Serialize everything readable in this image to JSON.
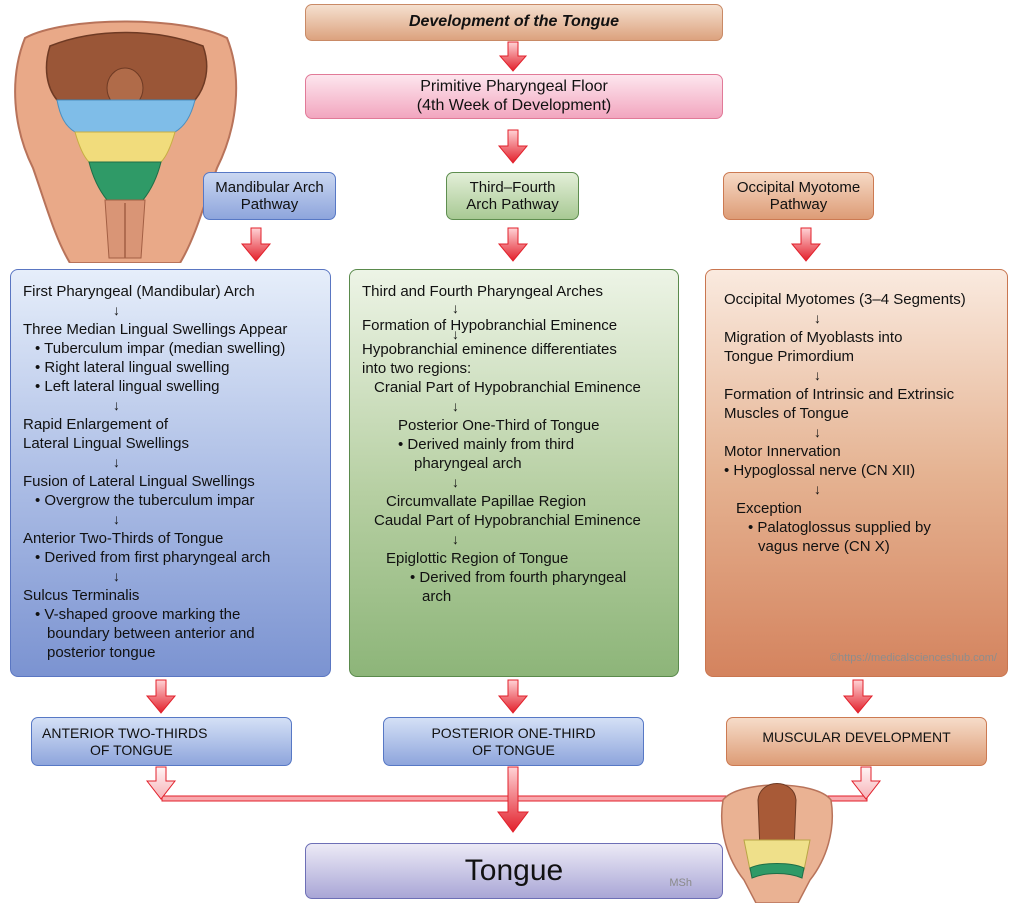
{
  "title": "Development of the Tongue",
  "floor": {
    "line1": "Primitive Pharyngeal Floor",
    "line2": "(4th Week of Development)"
  },
  "pathways": {
    "mandibular": {
      "line1": "Mandibular Arch",
      "line2": "Pathway"
    },
    "third_fourth": {
      "line1": "Third–Fourth",
      "line2": "Arch Pathway"
    },
    "occipital": {
      "line1": "Occipital Myotome",
      "line2": "Pathway"
    }
  },
  "arrow_glyph": "↓",
  "details": {
    "mandibular": [
      "First Pharyngeal (Mandibular) Arch",
      "Three Median Lingual Swellings Appear",
      "• Tuberculum impar (median swelling)",
      "• Right lateral lingual swelling",
      "• Left lateral lingual swelling",
      "Rapid Enlargement of",
      "Lateral Lingual Swellings",
      "Fusion of Lateral Lingual Swellings",
      "• Overgrow the tuberculum impar",
      "Anterior Two-Thirds of Tongue",
      "• Derived from first pharyngeal arch",
      "Sulcus Terminalis",
      "• V-shaped groove marking the",
      "boundary between anterior and",
      "posterior tongue"
    ],
    "third_fourth": [
      "Third and Fourth Pharyngeal Arches",
      "Formation of Hypobranchial Eminence",
      "Hypobranchial eminence differentiates",
      "into two regions:",
      "Cranial Part of Hypobranchial Eminence",
      "Posterior One-Third of Tongue",
      "• Derived mainly from third",
      "pharyngeal arch",
      "Circumvallate Papillae Region",
      "Caudal Part of Hypobranchial Eminence",
      "Epiglottic Region of Tongue",
      "• Derived from fourth pharyngeal",
      "arch"
    ],
    "occipital": [
      "Occipital Myotomes (3–4 Segments)",
      "Migration of Myoblasts into",
      "Tongue Primordium",
      "Formation of Intrinsic and Extrinsic",
      "Muscles of Tongue",
      "Motor Innervation",
      "• Hypoglossal nerve (CN XII)",
      "Exception",
      "• Palatoglossus supplied by",
      "vagus nerve (CN X)"
    ],
    "watermark": "©https://medicalscienceshub.com/"
  },
  "results": {
    "anterior": {
      "line1": "ANTERIOR TWO-THIRDS",
      "line2": "OF TONGUE"
    },
    "posterior": {
      "line1": "POSTERIOR ONE-THIRD",
      "line2": "OF TONGUE"
    },
    "muscular": {
      "line1": "MUSCULAR DEVELOPMENT"
    }
  },
  "final": {
    "label": "Tongue",
    "signature": "MSh"
  },
  "illustrations": {
    "top_left": "pharyngeal-arches-illustration",
    "bottom_right": "tongue-development-illustration"
  },
  "colors": {
    "arrow": "#e8333d",
    "mandibular": "#5778c5",
    "third_fourth": "#5e8e4f",
    "occipital": "#cc7a52",
    "title": "#dca27e",
    "floor": "#f2a6bf",
    "final": "#a9a6d6"
  }
}
